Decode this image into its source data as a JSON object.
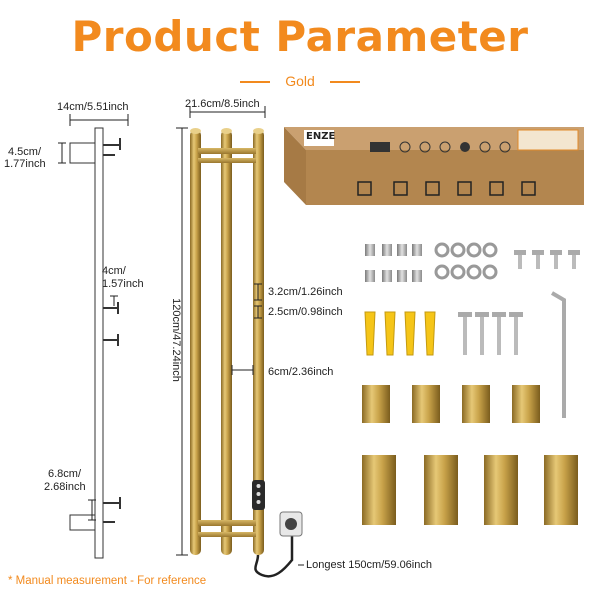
{
  "header": {
    "title": "Product Parameter",
    "color_label": "Gold"
  },
  "dimensions": {
    "side_depth": "14cm/5.51inch",
    "hook_gap_a1": "4.5cm/",
    "hook_gap_a2": "1.77inch",
    "hook_gap_b1": "4cm/",
    "hook_gap_b2": "1.57inch",
    "hook_gap_c1": "6.8cm/",
    "hook_gap_c2": "2.68inch",
    "front_width": "21.6cm/8.5inch",
    "height": "120cm/47.24inch",
    "tube_a": "3.2cm/1.26inch",
    "tube_b": "2.5cm/0.98inch",
    "tube_spacing": "6cm/2.36inch",
    "cord_length": "Longest 150cm/59.06inch"
  },
  "box": {
    "brand": "ENZE"
  },
  "footnote": "* Manual measurement - For reference",
  "colors": {
    "accent": "#f28a1e",
    "gold": "#c9a34a",
    "box": "#b3864f"
  }
}
